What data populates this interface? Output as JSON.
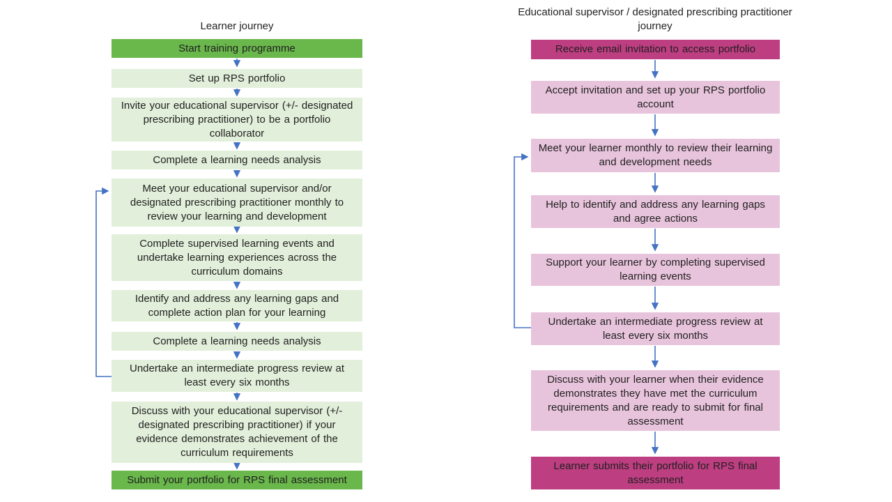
{
  "colors": {
    "arrow": "#4472C4",
    "green_dark": "#6AB74C",
    "green_light": "#E2EFDA",
    "pink_dark": "#BE3E82",
    "pink_light": "#E8C4DC",
    "text": "#1F1F1F"
  },
  "left_column": {
    "title": "Learner journey",
    "boxes": [
      {
        "text": "Start training programme",
        "variant": "dark"
      },
      {
        "text": "Set up RPS portfolio",
        "variant": "light"
      },
      {
        "text": "Invite your educational supervisor (+/- designated prescribing practitioner) to be a portfolio collaborator",
        "variant": "light"
      },
      {
        "text": "Complete a learning needs analysis",
        "variant": "light"
      },
      {
        "text": "Meet your educational supervisor and/or designated prescribing practitioner monthly to review your learning and development",
        "variant": "light"
      },
      {
        "text": "Complete supervised learning events and undertake learning experiences across the curriculum domains",
        "variant": "light"
      },
      {
        "text": "Identify and address any learning gaps and complete action plan for your learning",
        "variant": "light"
      },
      {
        "text": "Complete a learning needs analysis",
        "variant": "light"
      },
      {
        "text": "Undertake an intermediate progress review at least every six months",
        "variant": "light"
      },
      {
        "text": "Discuss with your educational supervisor (+/- designated prescribing practitioner) if your evidence demonstrates achievement of the curriculum requirements",
        "variant": "light"
      },
      {
        "text": "Submit your portfolio for RPS final assessment",
        "variant": "dark"
      }
    ]
  },
  "right_column": {
    "title": "Educational supervisor / designated prescribing practitioner journey",
    "boxes": [
      {
        "text": "Receive email invitation to access portfolio",
        "variant": "dark"
      },
      {
        "text": "Accept invitation and set up your RPS portfolio account",
        "variant": "light"
      },
      {
        "text": "Meet your learner monthly to review their learning and development needs",
        "variant": "light"
      },
      {
        "text": "Help to identify and address any learning gaps and agree actions",
        "variant": "light"
      },
      {
        "text": "Support your learner by completing supervised learning events",
        "variant": "light"
      },
      {
        "text": "Undertake an intermediate progress review at least every six months",
        "variant": "light"
      },
      {
        "text": "Discuss with your learner when their evidence demonstrates they have met the curriculum requirements and are ready to submit for final assessment",
        "variant": "light"
      },
      {
        "text": "Learner submits their portfolio for RPS final assessment",
        "variant": "dark"
      }
    ]
  }
}
